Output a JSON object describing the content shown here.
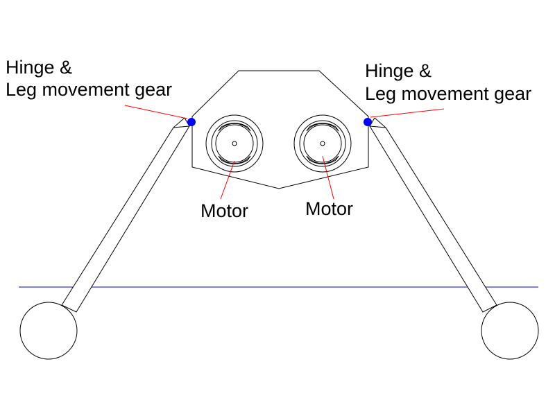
{
  "labels": {
    "hinge_left": {
      "line1": "Hinge &",
      "line2": "Leg movement gear"
    },
    "hinge_right": {
      "line1": "Hinge &",
      "line2": "Leg movement gear"
    },
    "motor_left": "Motor",
    "motor_right": "Motor"
  },
  "colors": {
    "outline": "#000000",
    "leader_line": "#ff0000",
    "hinge_dot": "#0000ff",
    "ground_line": "#0000cc",
    "background": "#ffffff"
  }
}
